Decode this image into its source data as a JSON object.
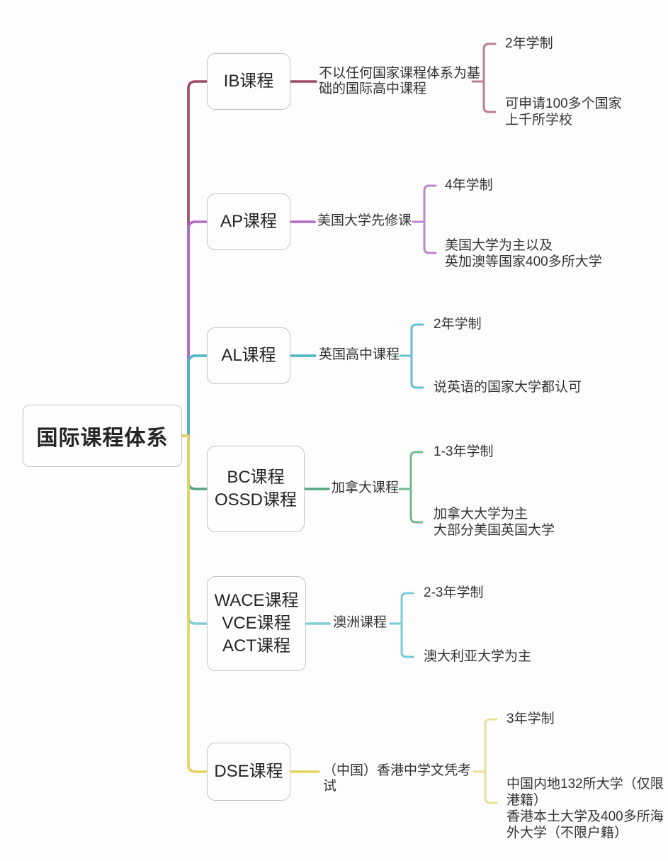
{
  "root": {
    "title": "国际课程体系"
  },
  "branches": [
    {
      "id": "ib",
      "title": "IB课程",
      "desc": "不以任何国家课程体系为基\n础的国际高中课程",
      "leaves": [
        "2年学制",
        "可申请100多个国家\n上千所学校"
      ],
      "line_color": "#9e4c63",
      "bracket_color": "#b97e95"
    },
    {
      "id": "ap",
      "title": "AP课程",
      "desc": "美国大学先修课",
      "leaves": [
        "4年学制",
        "美国大学为主以及\n英加澳等国家400多所大学"
      ],
      "line_color": "#af6bc6",
      "bracket_color": "#bd86d5"
    },
    {
      "id": "al",
      "title": "AL课程",
      "desc": "英国高中课程",
      "leaves": [
        "2年学制",
        "说英语的国家大学都认可"
      ],
      "line_color": "#4ab5c8",
      "bracket_color": "#62c0cf"
    },
    {
      "id": "bc",
      "title": "BC课程\nOSSD课程",
      "desc": "加拿大课程",
      "leaves": [
        "1-3年学制",
        "加拿大大学为主\n大部分美国英国大学"
      ],
      "line_color": "#55a783",
      "bracket_color": "#72b795"
    },
    {
      "id": "wace",
      "title": "WACE课程\nVCE课程\nACT课程",
      "desc": "澳洲课程",
      "leaves": [
        "2-3年学制",
        "澳大利亚大学为主"
      ],
      "line_color": "#7fd0da",
      "bracket_color": "#76cbd7"
    },
    {
      "id": "dse",
      "title": "DSE课程",
      "desc": "（中国）香港中学文凭考试",
      "leaves": [
        "3年学制",
        "中国内地132所大学（仅限\n港籍）\n香港本土大学及400多所海\n外大学（不限户籍）"
      ],
      "line_color": "#e3d45e",
      "bracket_color": "#e9e095"
    }
  ],
  "colors": {
    "background": "#fdfdfd",
    "box_border": "#c4c4c4",
    "text": "#2e2e2e"
  }
}
